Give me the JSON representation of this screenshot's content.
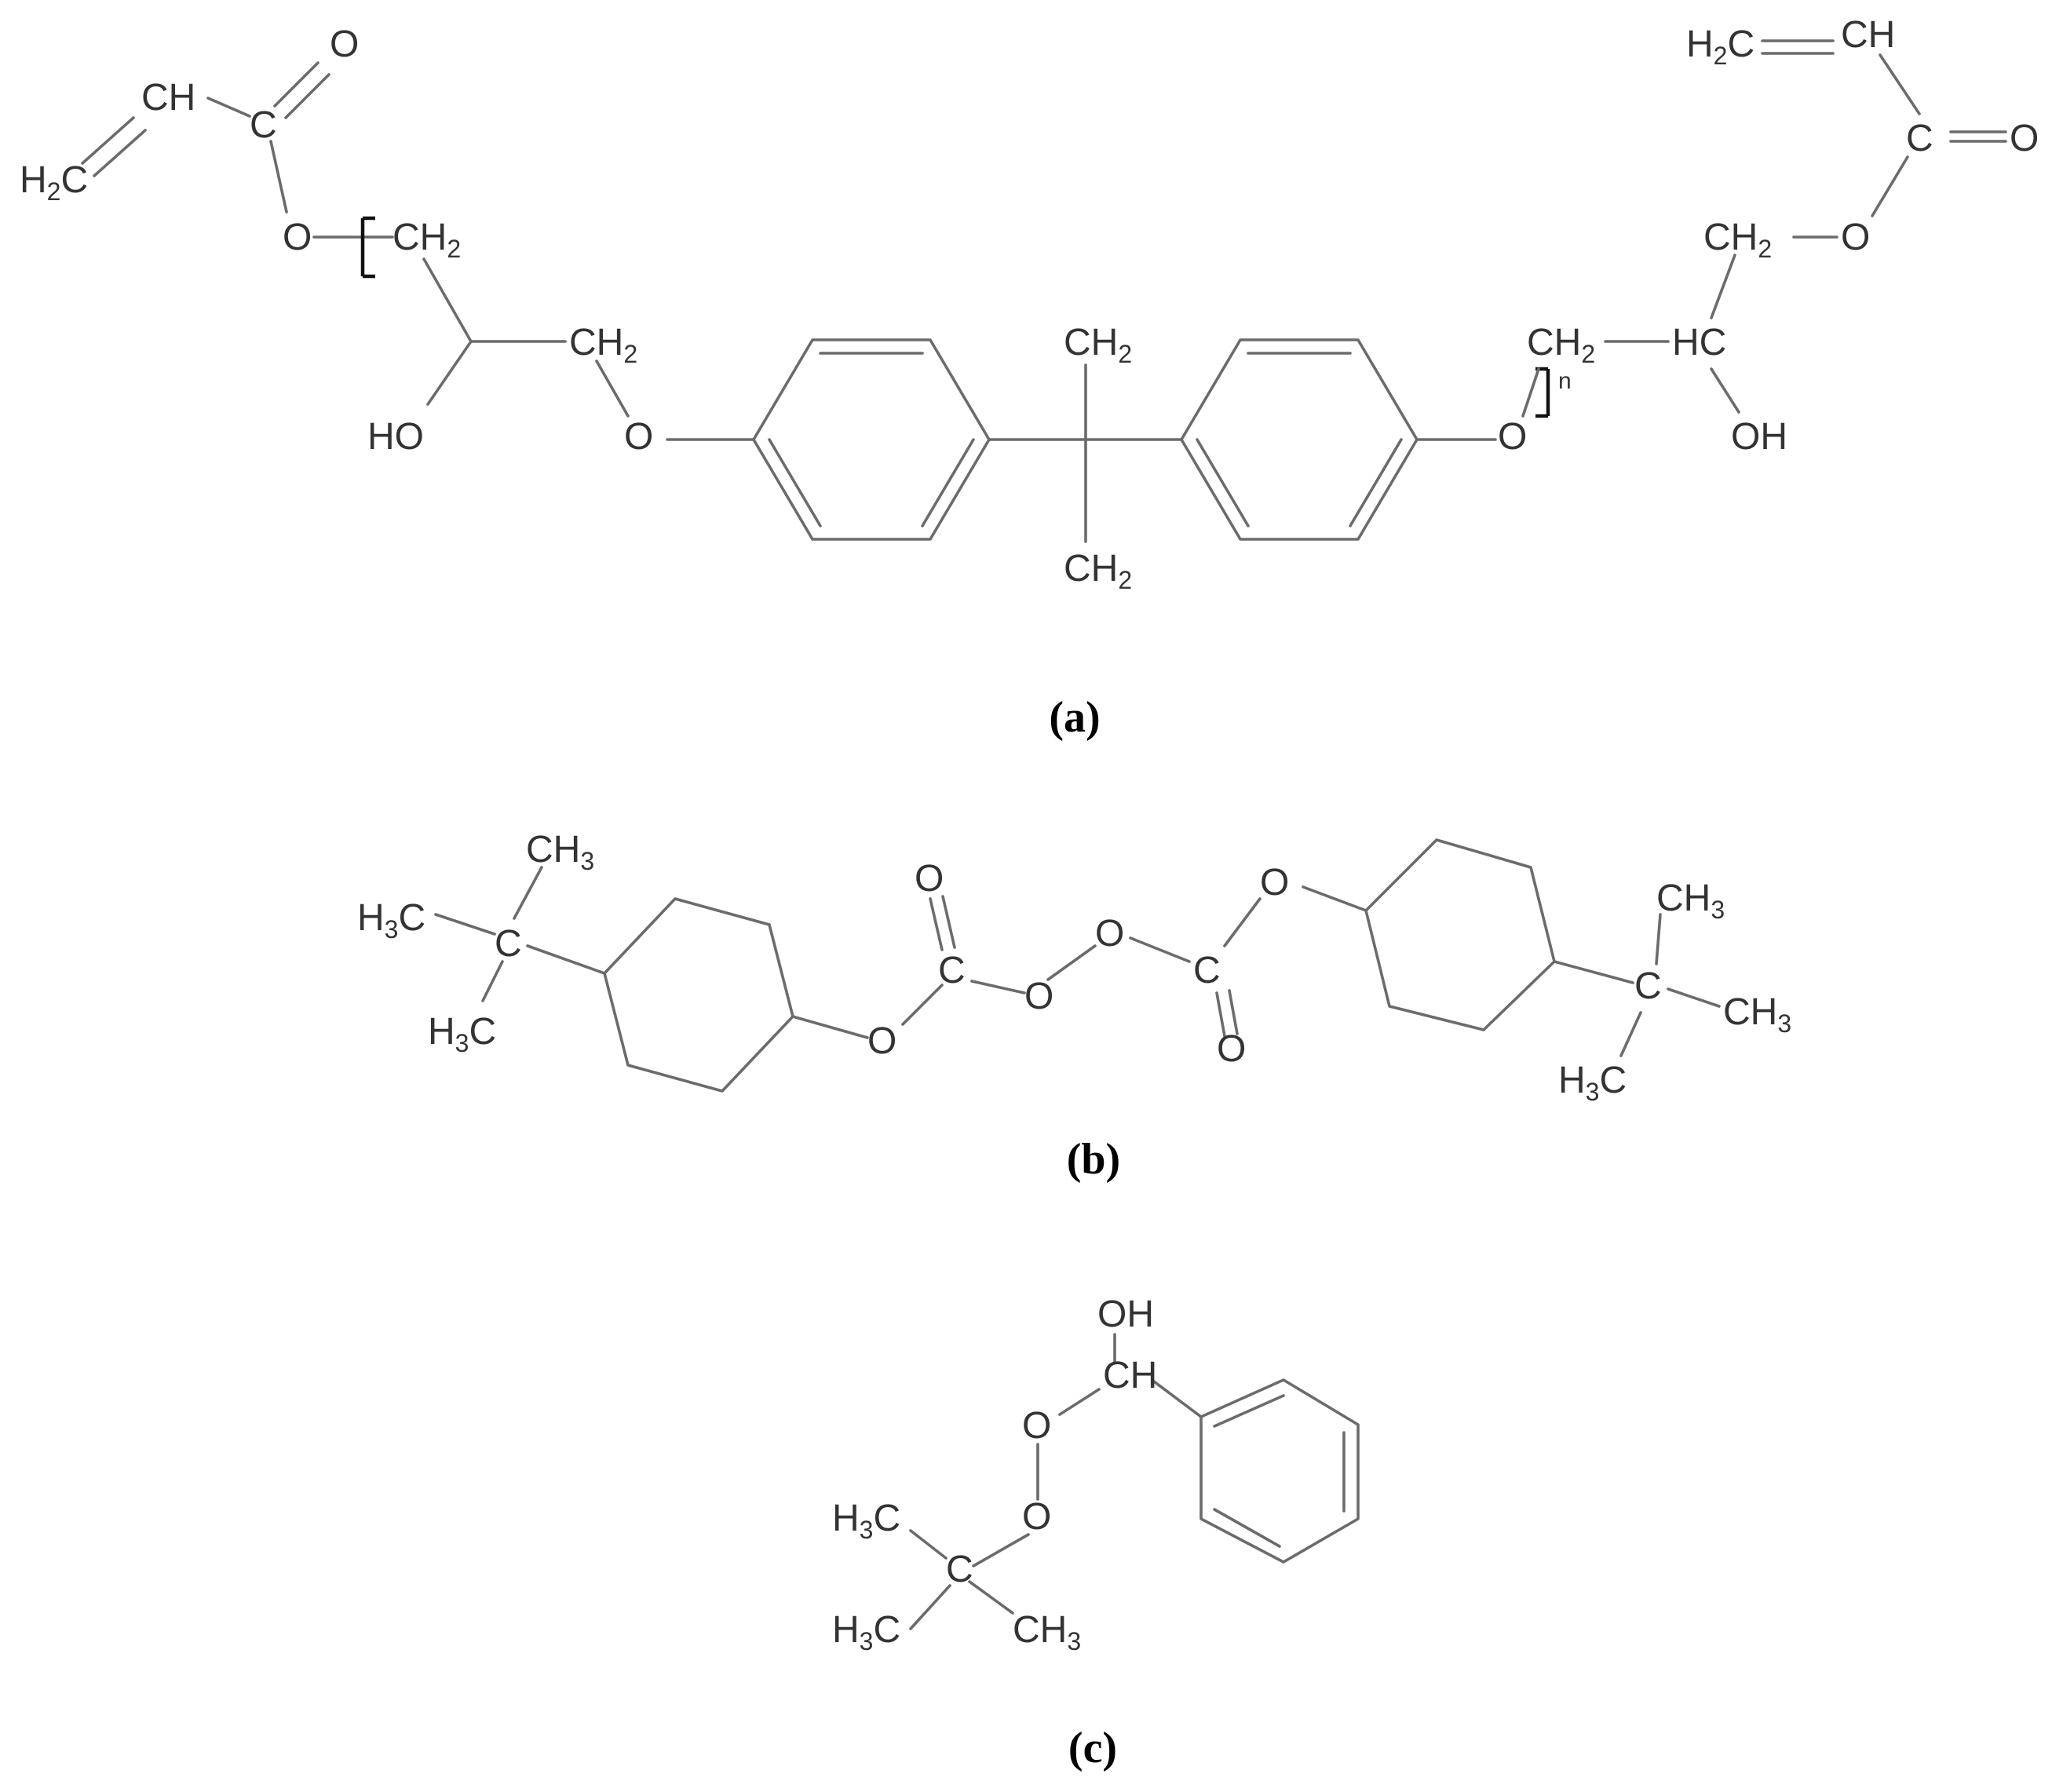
{
  "panels": {
    "a": {
      "caption": "(a)",
      "labels": {
        "h2c": "H",
        "h2c_sub": "2",
        "h2c_c": "C",
        "ch": "CH",
        "c": "C",
        "o_carbonyl": "O",
        "o_ester": "O",
        "ch2_1": "CH",
        "ch2_1_sub": "2",
        "ho": "HO",
        "ch2_2": "CH",
        "ch2_2_sub": "2",
        "o_ether_left": "O",
        "ch2_top": "CH",
        "ch2_top_sub": "2",
        "ch2_bottom": "CH",
        "ch2_bottom_sub": "2",
        "o_ether_right": "O",
        "n": "n",
        "ch2_3": "CH",
        "ch2_3_sub": "2",
        "hc": "HC",
        "oh": "OH",
        "ch2_4": "CH",
        "ch2_4_sub": "2",
        "o_ester_r": "O",
        "c_r": "C",
        "o_carbonyl_r": "O",
        "h2c_r": "H",
        "h2c_r_sub": "2",
        "h2c_r_c": "C",
        "ch_r": "CH"
      }
    },
    "b": {
      "caption": "(b)",
      "labels": {
        "ch3_top": "CH",
        "ch3_top_sub": "3",
        "h3c_left": "H",
        "h3c_left_sub": "3",
        "h3c_left_c": "C",
        "c_quat_left": "C",
        "h3c_low": "H",
        "h3c_low_sub": "3",
        "h3c_low_c": "C",
        "o_ring_left": "O",
        "c_carb_left": "C",
        "o_dbl_left": "O",
        "o_peroxide_1": "O",
        "o_peroxide_2": "O",
        "c_carb_right": "C",
        "o_dbl_right": "O",
        "o_ring_right": "O",
        "c_quat_right": "C",
        "ch3_r1": "CH",
        "ch3_r1_sub": "3",
        "ch3_r2": "CH",
        "ch3_r2_sub": "3",
        "h3c_r": "H",
        "h3c_r_sub": "3",
        "h3c_r_c": "C"
      }
    },
    "c": {
      "caption": "(c)",
      "labels": {
        "oh": "OH",
        "ch": "CH",
        "o1": "O",
        "o2": "O",
        "h3c_1": "H",
        "h3c_1_sub": "3",
        "h3c_1_c": "C",
        "c_quat": "C",
        "h3c_2": "H",
        "h3c_2_sub": "3",
        "h3c_2_c": "C",
        "ch3": "CH",
        "ch3_sub": "3"
      }
    }
  }
}
